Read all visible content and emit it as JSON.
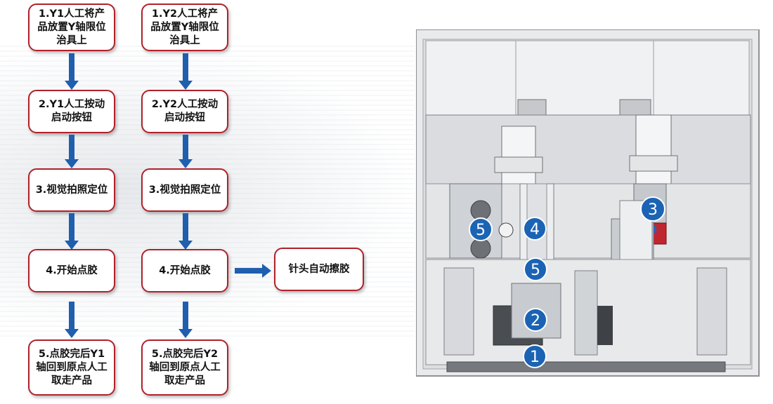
{
  "flow": {
    "left": [
      "1.Y1人工将产品放置Y轴限位治具上",
      "2.Y1人工按动启动按钮",
      "3.视觉拍照定位",
      "4.开始点胶",
      "5.点胶完后Y1轴回到原点人工取走产品"
    ],
    "right": [
      "1.Y2人工将产品放置Y轴限位治具上",
      "2.Y2人工按动启动按钮",
      "3.视觉拍照定位",
      "4.开始点胶",
      "5.点胶完后Y2轴回到原点人工取走产品"
    ],
    "side_step": "针头自动擦胶"
  },
  "markers": [
    "1",
    "2",
    "3",
    "4",
    "5",
    "5"
  ],
  "colors": {
    "box_border": "#b0212b",
    "arrow": "#1f5fae",
    "marker": "#1b63b4"
  }
}
